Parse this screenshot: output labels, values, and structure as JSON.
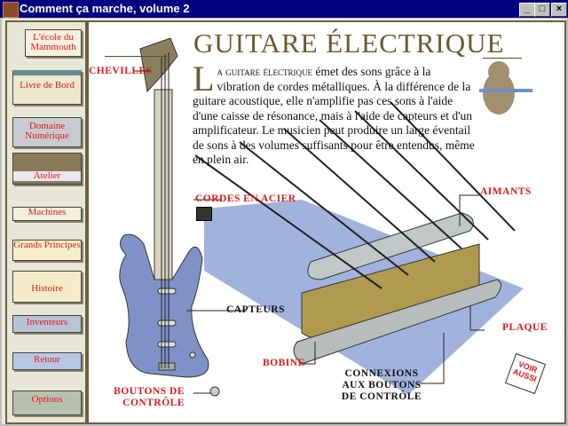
{
  "window": {
    "title": "Comment ça marche, volume 2",
    "minimize": "_",
    "maximize": "□",
    "close": "×"
  },
  "sidebar": {
    "items": [
      {
        "label": "L'école du Mammouth"
      },
      {
        "label": "Livre de Bord"
      },
      {
        "label": "Domaine Numérique"
      },
      {
        "label": "Atelier"
      },
      {
        "label": "Machines"
      },
      {
        "label": "Grands Principes"
      },
      {
        "label": "Histoire"
      },
      {
        "label": "Inventeurs"
      },
      {
        "label": "Retour"
      },
      {
        "label": "Options"
      }
    ]
  },
  "page": {
    "title": "Guitare électrique",
    "intro_dropcap": "L",
    "intro_lead": "a guitare électrique",
    "intro_text": " émet des sons grâce à la vibration de cordes métalliques. À la différence de la guitare acoustique, elle n'amplifie pas ces sons à l'aide d'une caisse de résonance, mais à l'aide de capteurs et d'un amplificateur. Le musicien peut produire un large éventail de sons à des volumes suffisants pour être entendus, même en plein air.",
    "labels": {
      "chevilles": "CHEVILLES",
      "cordes": "CORDES EN ACIER",
      "aimants": "AIMANTS",
      "capteurs": "CAPTEURS",
      "plaque": "PLAQUE",
      "bobine": "BOBINE",
      "boutons": "BOUTONS DE CONTRÔLE",
      "connexions": "CONNEXIONS AUX BOUTONS DE CONTRÔLE"
    },
    "voir_aussi": "VOIR AUSSI"
  },
  "colors": {
    "accent": "#e01818",
    "title": "#6b5a30",
    "guitar": "#7f93c8",
    "coil": "#b09a50"
  }
}
